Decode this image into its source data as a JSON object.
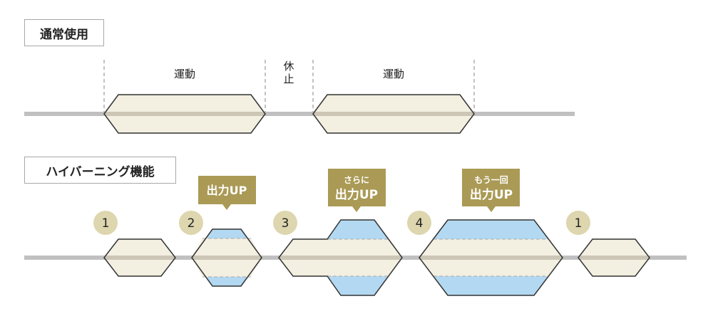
{
  "colors": {
    "baseline": "#c0c0c0",
    "shape_fill": "#f3efe1",
    "shape_stroke": "#333333",
    "boost_fill": "#b3d9f2",
    "step_circle": "#ddd6ae",
    "callout_bg": "#aa9a55",
    "dashed_guide": "#999999"
  },
  "normal_use": {
    "label": "通常使用",
    "phases": [
      {
        "label": "運動",
        "type": "exercise"
      },
      {
        "label_line1": "休",
        "label_line2": "止",
        "type": "rest"
      },
      {
        "label": "運動",
        "type": "exercise"
      }
    ]
  },
  "hyper_burning": {
    "label": "ハイバーニング機能",
    "steps": [
      {
        "number": "1",
        "boost": "none"
      },
      {
        "number": "2",
        "boost": "up",
        "callout_lines": [
          "出力UP"
        ]
      },
      {
        "number": "3",
        "boost": "further-up",
        "callout_lines": [
          "さらに",
          "出力UP"
        ]
      },
      {
        "number": "4",
        "boost": "once-more-up",
        "callout_lines": [
          "もう一回",
          "出力UP"
        ]
      },
      {
        "number": "1",
        "boost": "none"
      }
    ]
  }
}
